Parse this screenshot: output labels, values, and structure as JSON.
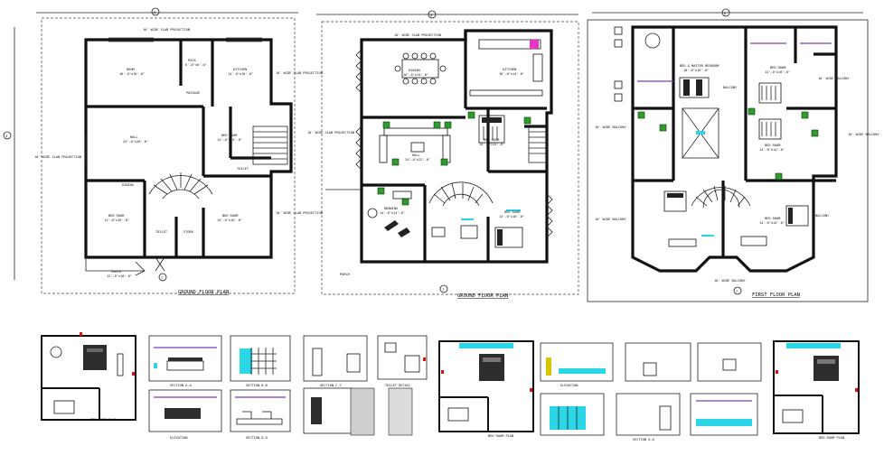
{
  "plans": {
    "ground_a": {
      "title": "GROUND FLOOR PLAN",
      "grid_top": "8",
      "grid_side": "4",
      "grid_bottom": "7",
      "slab_note": "10' WIDE SLAB PROJECTION",
      "left_note": "10' WIDE SLAB PROJECTION",
      "right_note_1": "10' WIDE SLAB PROJECTION",
      "right_note_2": "10' WIDE SLAB PROJECTION",
      "rooms": {
        "r1": "ROOM",
        "r1_dim": "16'-0\"x16'-0\"",
        "r2": "PUJA",
        "r2_dim": "6'-0\"x6'-0\"",
        "r3": "KITCHEN",
        "r3_dim": "14'-0\"x16'-0\"",
        "r4": "PASSAGE",
        "r5": "HALL",
        "r5_dim": "24'-0\"x26'-0\"",
        "r6": "BED ROOM",
        "r6_dim": "14'-0\"x16'-0\"",
        "r7": "TOILET",
        "r8": "DINING",
        "r9": "BED ROOM",
        "r9_dim": "14'-0\"x16'-0\"",
        "r10": "TOILET",
        "r11": "STORE",
        "r12": "BED ROOM",
        "r12_dim": "14'-0\"x16'-0\"",
        "r13": "PORCH",
        "r13_dim": "12'-0\"x10'-0\""
      }
    },
    "ground_b": {
      "title": "GROUND FLOOR PLAN",
      "grid_top": "8",
      "grid_bottom": "7",
      "slab_note": "10' WIDE SLAB PROJECTION",
      "left_note": "10' WIDE SLAB PROJECTION",
      "porch_note": "PORCH",
      "rooms": {
        "r1": "DINING",
        "r1_dim": "16'-0\"x14'-0\"",
        "r2": "KITCHEN",
        "r2_dim": "16'-0\"x14'-0\"",
        "r3": "BED ROOM",
        "r3_dim": "14'-0\"x14'-0\"",
        "r4": "HALL",
        "r4_dim": "24'-0\"x22'-0\"",
        "r5": "DRAWING",
        "r5_dim": "14'-0\"x14'-0\"",
        "r6": "BED ROOM",
        "r6_dim": "14'-0\"x16'-0\""
      }
    },
    "first": {
      "title": "FIRST FLOOR PLAN",
      "grid_top": "8",
      "grid_bottom": "7",
      "rooms": {
        "r1": "BED & MASTER BEDROOM",
        "r1_dim": "18'-0\"x16'-0\"",
        "r2": "BED ROOM",
        "r2_dim": "14'-0\"x16'-0\"",
        "r3": "BED ROOM",
        "r3_dim": "14'-0\"x14'-0\"",
        "r4": "BALCONY",
        "r5": "BED ROOM",
        "r5_dim": "14'-0\"x14'-0\"",
        "r6": "BALCONY",
        "b1": "10' WIDE BALCONY",
        "b2": "10' WIDE BALCONY",
        "b3": "10' WIDE BALCONY",
        "b4": "10' WIDE BALCONY",
        "b5": "10' WIDE BALCONY"
      }
    }
  },
  "details": {
    "d1": "BED ROOM PLAN",
    "d2": "SECTION A-A",
    "d3": "SECTION B-B",
    "d4": "SECTION C-C",
    "d5": "ELEVATION",
    "d6": "TOILET DETAIL",
    "d7": "SECTION D-D",
    "d8": "BED ROOM PLAN",
    "d9": "ELEVATION",
    "d10": "SECTION A-A",
    "d11": "BED ROOM PLAN"
  },
  "colors": {
    "accent_cyan": "#2bd6e6",
    "accent_magenta": "#e536c2",
    "accent_green": "#2e9b2e",
    "accent_red": "#d11111",
    "accent_purple": "#7b3fc4"
  }
}
